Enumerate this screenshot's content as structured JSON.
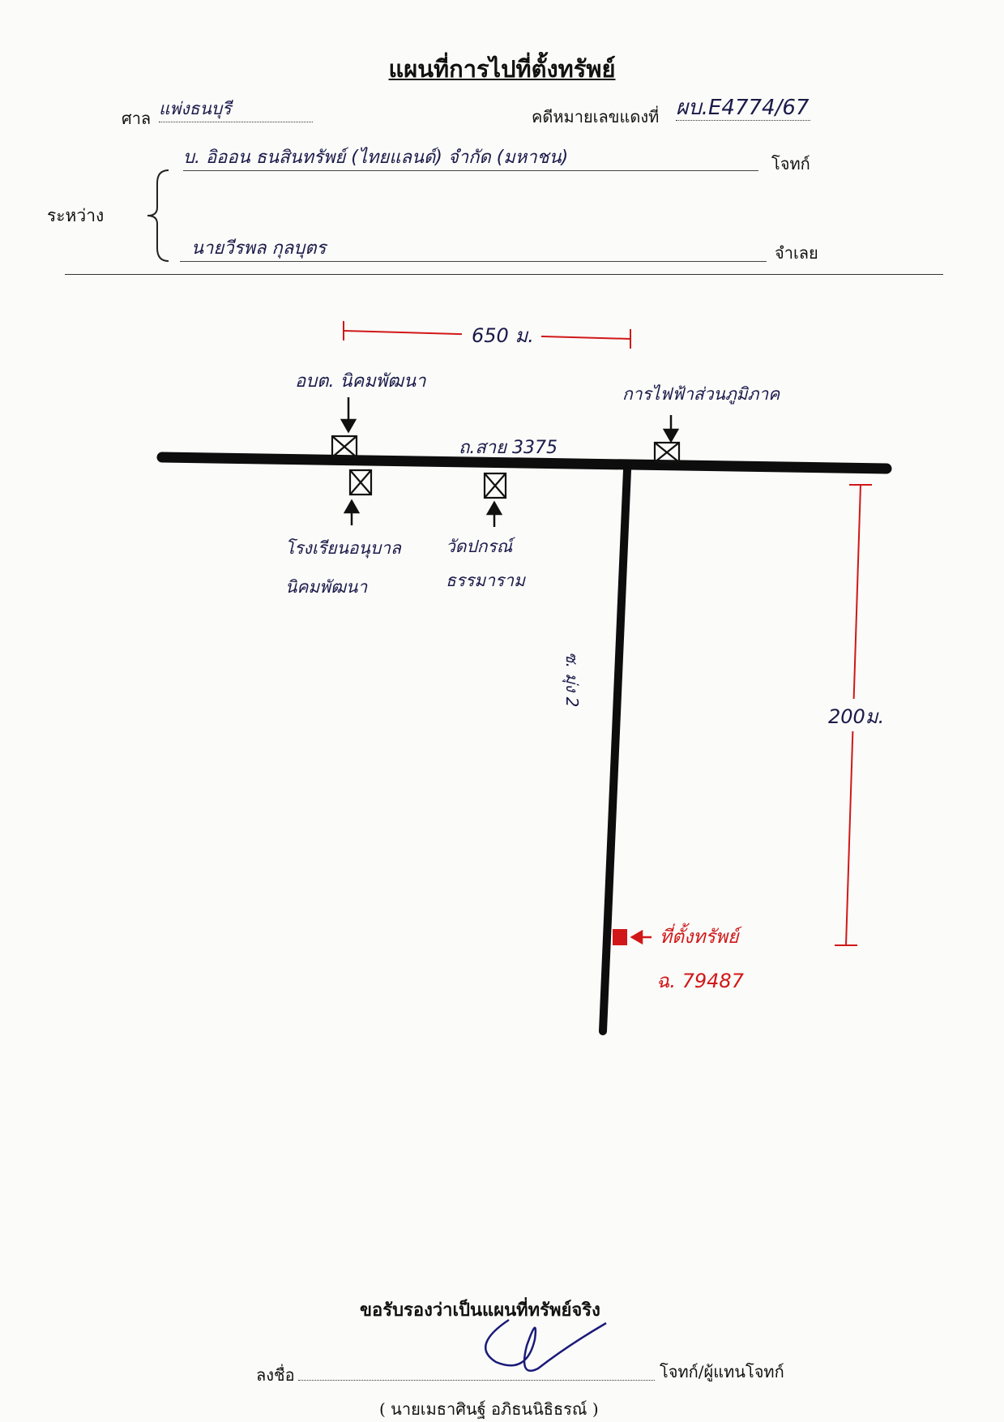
{
  "header": {
    "title": "แผนที่การไปที่ตั้งทรัพย์",
    "court_label": "ศาล",
    "court_value": "แพ่งธนบุรี",
    "case_label": "คดีหมายเลขแดงที่",
    "case_value": "ผบ.E4774/67",
    "between_label": "ระหว่าง",
    "plaintiff_value": "บ. อิออน ธนสินทรัพย์ (ไทยแลนด์) จำกัด (มหาชน)",
    "plaintiff_label": "โจทก์",
    "defendant_value": "นายวีรพล กุลบุตร",
    "defendant_label": "จำเลย"
  },
  "map": {
    "distance_top": "650 ม.",
    "distance_side": "200ม.",
    "road_main": "ถ.สาย 3375",
    "road_side": "ซ. มุ่ง 2",
    "landmarks": {
      "obt": "อบต. นิคมพัฒนา",
      "pea": "การไฟฟ้าส่วนภูมิภาค",
      "school_line1": "โรงเรียนอนุบาล",
      "school_line2": "นิคมพัฒนา",
      "temple_line1": "วัดปกรณ์",
      "temple_line2": "ธรรมาราม"
    },
    "property_line1": "ที่ตั้งทรัพย์",
    "property_line2": "ฉ. 79487",
    "colors": {
      "ink": "#111111",
      "red": "#d01818",
      "pen": "#1a1a4a"
    }
  },
  "footer": {
    "certify": "ขอรับรองว่าเป็นแผนที่ทรัพย์จริง",
    "sign_label": "ลงชื่อ",
    "sign_role": "โจทก์/ผู้แทนโจทก์",
    "signer_name": "( นายเมธาศินฐ์ อภิธนนิธิธรณ์ )"
  }
}
